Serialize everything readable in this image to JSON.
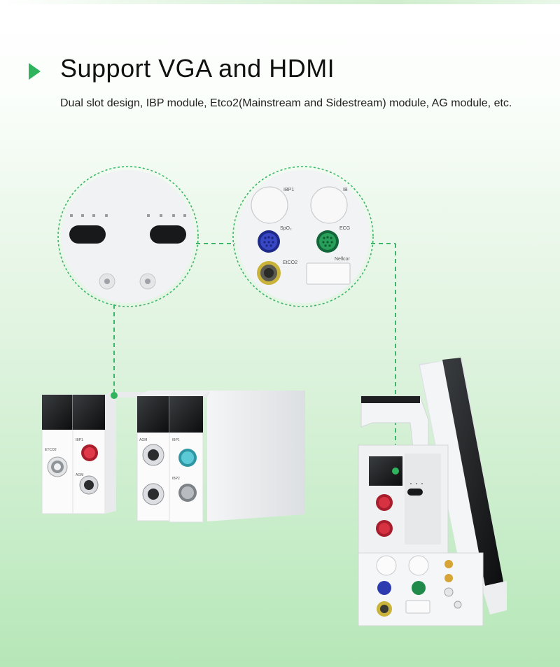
{
  "header": {
    "title": "Support VGA and HDMI",
    "description": "Dual slot design, IBP module, Etco2(Mainstream and Sidestream) module, AG module, etc."
  },
  "panel_labels": {
    "ibp1": "IBP1",
    "ibp_partial": "IB",
    "spo2": "SpO₂",
    "ecg": "ECG",
    "etco2": "EtCO2",
    "nellcor": "Nellcor"
  },
  "module_labels": {
    "etco2": "ETCO2",
    "ibp1": "IBP1",
    "agm": "AGM",
    "ibp2": "IBP2"
  },
  "colors": {
    "accent": "#2fb35c",
    "dashed_line": "#3cb76a",
    "spo2_port": "#2d3bb0",
    "ecg_port": "#1f8a4a",
    "etco2_port": "#d7c23a",
    "ibp_red": "#d02a3a",
    "ibp_teal": "#3fb6c4"
  }
}
